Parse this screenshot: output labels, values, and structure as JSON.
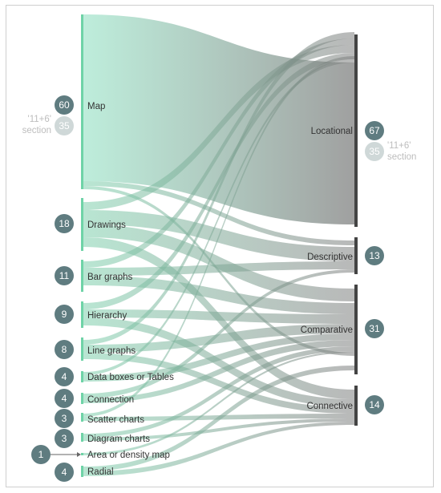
{
  "left_nodes": [
    {
      "label": "Map",
      "count": "60",
      "note": "'11+6'",
      "note2": "section",
      "note_count": "35"
    },
    {
      "label": "Drawings",
      "count": "18"
    },
    {
      "label": "Bar graphs",
      "count": "11"
    },
    {
      "label": "Hierarchy",
      "count": "9"
    },
    {
      "label": "Line graphs",
      "count": "8"
    },
    {
      "label": "Data boxes or Tables",
      "count": "4"
    },
    {
      "label": "Connection",
      "count": "4"
    },
    {
      "label": "Scatter charts",
      "count": "3"
    },
    {
      "label": "Diagram charts",
      "count": "3"
    },
    {
      "label": "Area or density map",
      "count": "1"
    },
    {
      "label": "Radial",
      "count": "4"
    }
  ],
  "right_nodes": [
    {
      "label": "Locational",
      "count": "67",
      "note": "'11+6'",
      "note2": "section",
      "note_count": "35"
    },
    {
      "label": "Descriptive",
      "count": "13"
    },
    {
      "label": "Comparative",
      "count": "31"
    },
    {
      "label": "Connective",
      "count": "14"
    }
  ],
  "colors": {
    "left_bar": "#6fd3a7",
    "right_bar": "#444444",
    "badge": "#5f7c80",
    "badge_light": "#cfd8d8",
    "flow_start": "#a5e6cc",
    "flow_end": "#9b9b9b"
  }
}
